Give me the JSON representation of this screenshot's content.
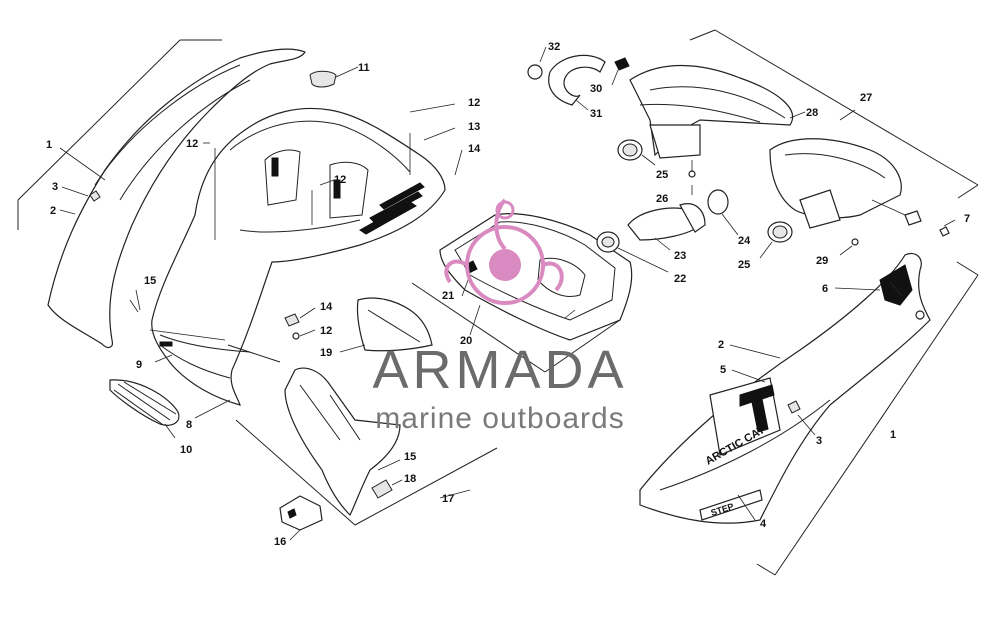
{
  "watermark": {
    "brand": "ARMADA",
    "tagline": "marine outboards",
    "accent": "#d98ac0"
  },
  "decals": {
    "brand": "ARCTIC CAT",
    "model": "STEP"
  },
  "callouts": {
    "c1a": "1",
    "c1b": "1",
    "c2a": "2",
    "c2b": "2",
    "c3a": "3",
    "c3b": "3",
    "c4": "4",
    "c5": "5",
    "c6": "6",
    "c7": "7",
    "c8": "8",
    "c9": "9",
    "c10": "10",
    "c11": "11",
    "c12a": "12",
    "c12b": "12",
    "c12c": "12",
    "c12d": "12",
    "c13": "13",
    "c14a": "14",
    "c14b": "14",
    "c15a": "15",
    "c15b": "15",
    "c16": "16",
    "c17": "17",
    "c18": "18",
    "c19": "19",
    "c20": "20",
    "c21": "21",
    "c22": "22",
    "c23": "23",
    "c24": "24",
    "c25a": "25",
    "c25b": "25",
    "c26": "26",
    "c27": "27",
    "c28": "28",
    "c29": "29",
    "c30": "30",
    "c31": "31",
    "c32": "32"
  },
  "colors": {
    "ink": "#222222",
    "watermark_gray": "#6b6b6b"
  }
}
